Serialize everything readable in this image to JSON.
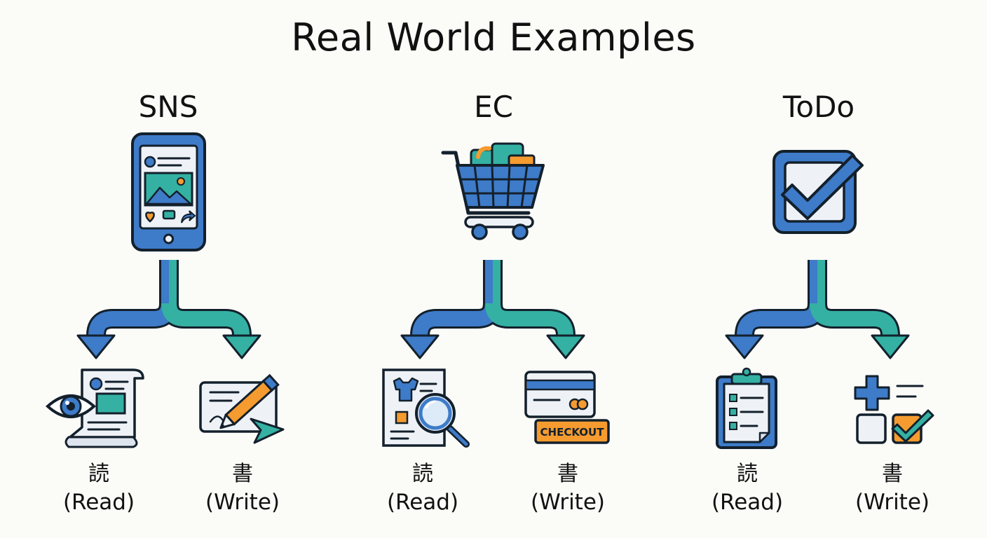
{
  "title": "Real World Examples",
  "colors": {
    "blue": "#3e7bc9",
    "teal": "#34b1a3",
    "orange": "#f59b2f",
    "outline": "#13202c",
    "paper": "#eef2f6"
  },
  "columns": [
    {
      "title": "SNS",
      "top_icon": "smartphone-social-feed-icon",
      "read": {
        "icon": "eye-scroll-icon",
        "kanji": "読",
        "label": "(Read)"
      },
      "write": {
        "icon": "pencil-compose-send-icon",
        "kanji": "書",
        "label": "(Write)"
      }
    },
    {
      "title": "EC",
      "top_icon": "shopping-cart-icon",
      "read": {
        "icon": "catalog-magnifier-icon",
        "kanji": "読",
        "label": "(Read)"
      },
      "write": {
        "icon": "credit-card-checkout-icon",
        "kanji": "書",
        "label": "(Write)",
        "badge": "CHECKOUT"
      }
    },
    {
      "title": "ToDo",
      "top_icon": "checkbox-checked-icon",
      "read": {
        "icon": "clipboard-checklist-icon",
        "kanji": "読",
        "label": "(Read)"
      },
      "write": {
        "icon": "add-task-icon",
        "kanji": "書",
        "label": "(Write)"
      }
    }
  ]
}
